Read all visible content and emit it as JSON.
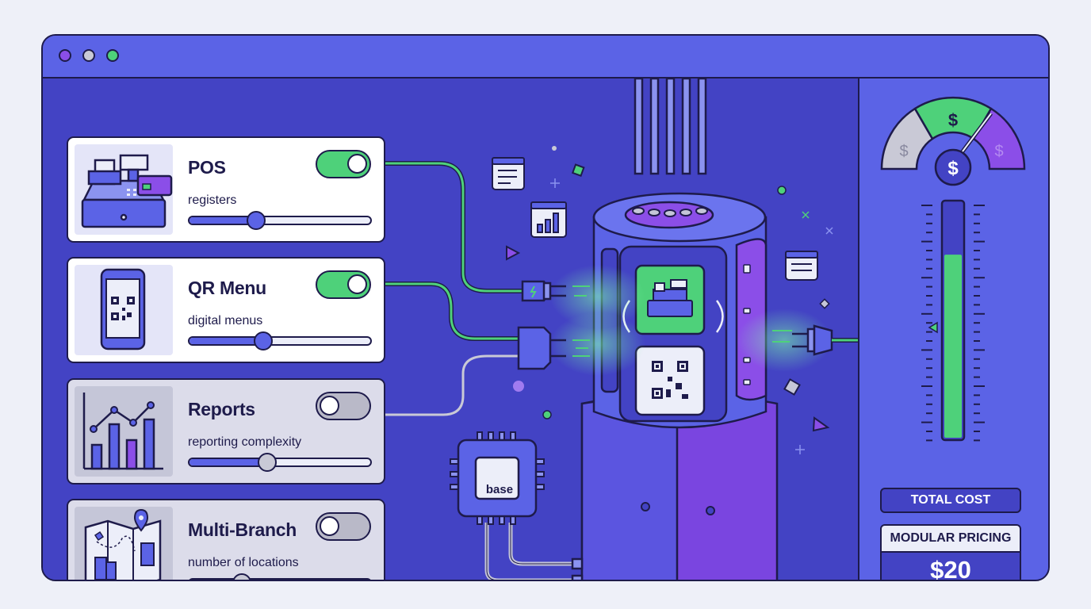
{
  "window": {
    "controls": [
      "close",
      "minimize",
      "maximize"
    ]
  },
  "features": [
    {
      "title": "POS",
      "subtitle": "registers",
      "enabled": true,
      "level": 0.37,
      "icon": "cash-register-icon"
    },
    {
      "title": "QR Menu",
      "subtitle": "digital menus",
      "enabled": true,
      "level": 0.41,
      "icon": "qr-phone-icon"
    },
    {
      "title": "Reports",
      "subtitle": "reporting complexity",
      "enabled": false,
      "level": 0.43,
      "icon": "bar-chart-icon"
    },
    {
      "title": "Multi-Branch",
      "subtitle": "number of locations",
      "enabled": false,
      "level": 0.29,
      "icon": "map-icon"
    }
  ],
  "core": {
    "base_label": "base"
  },
  "cost": {
    "gauge_symbol": "$",
    "meter_level": 0.78,
    "total_label": "TOTAL COST",
    "pricing_label": "MODULAR PRICING",
    "price": "$20"
  },
  "colors": {
    "accent": "#5b63e6",
    "on": "#4ed17a",
    "off": "#b9b9c8",
    "purple": "#8b4ee8",
    "outline": "#1e1b4b"
  }
}
